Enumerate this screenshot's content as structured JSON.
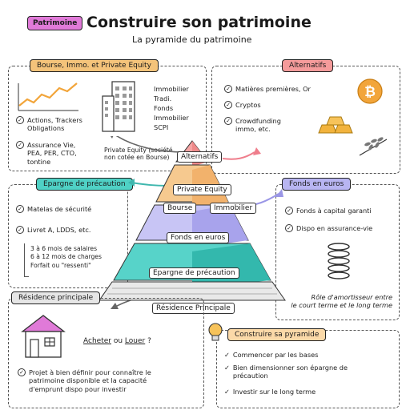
{
  "header": {
    "badge": "Patrimoine",
    "title": "Construire son patrimoine",
    "subtitle": "La pyramide du patrimoine"
  },
  "bourse": {
    "tag": "Bourse, Immo. et Private Equity",
    "items": [
      "Actions, Trackers\nObligations",
      "Assurance Vie,\nPEA, PER, CTO,\ntontine"
    ],
    "immo": "Immobilier\nTradi.\nFonds\nImmobilier\nSCPI",
    "pe": "Private Equity (société\nnon cotée en Bourse)"
  },
  "alternatifs": {
    "tag": "Alternatifs",
    "items": [
      "Matières premières, Or",
      "Cryptos",
      "Crowdfunding\nimmo, etc."
    ]
  },
  "epargne": {
    "tag": "Epargne de précaution",
    "items": [
      "Matelas de sécurité",
      "Livret A, LDDS, etc."
    ],
    "details": "3 à 6 mois de salaires\n6 à 12 mois de charges\nForfait ou \"ressenti\""
  },
  "fonds": {
    "tag": "Fonds en euros",
    "items": [
      "Fonds à capital garanti",
      "Dispo en assurance-vie"
    ],
    "note": "Rôle d'amortisseur entre\nle court terme et le long terme"
  },
  "pyramid": {
    "alternatifs": "Alternatifs",
    "private_equity": "Private Equity",
    "bourse": "Bourse",
    "immobilier": "Immobilier",
    "fonds": "Fonds en euros",
    "epargne": "Epargne de précaution",
    "residence": "Résidence Principale"
  },
  "residence": {
    "tag": "Résidence principale",
    "question_a": "Acheter",
    "question_mid": " ou ",
    "question_b": "Louer",
    "question_end": " ?",
    "item": "Projet à bien définir pour connaître le\npatrimoine disponible et la capacité\nd'emprunt dispo pour investir"
  },
  "construire": {
    "tag": "Construire sa pyramide",
    "items": [
      "Commencer par les bases",
      "Bien dimensionner son épargne de\nprécaution",
      "Investir sur le long terme"
    ]
  },
  "colors": {
    "badge": "#e07ad8",
    "bourse_tag": "#f4c37a",
    "alt_tag": "#f59b9b",
    "epargne_tag": "#4fd1c5",
    "fonds_tag": "#b8b5f2",
    "residence_tag": "#e6e6e6",
    "construire_tag": "#fbd9a8",
    "teal": "#39c5bb",
    "lilac": "#b7b3ef",
    "peach": "#f6c98f",
    "pink": "#f6a4a4"
  }
}
